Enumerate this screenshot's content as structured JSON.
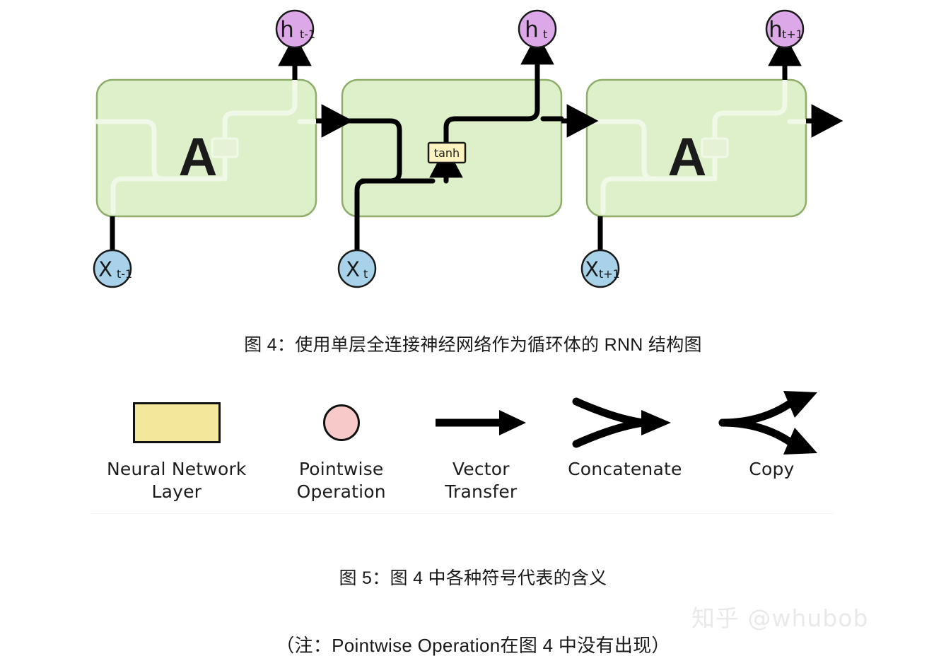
{
  "figure_rnn": {
    "name": "rnn-unrolled-diagram",
    "cells": [
      {
        "id": "cell-left",
        "label": "A",
        "input_label": "X",
        "input_sub": "t-1",
        "output_label": "h",
        "output_sub": "t-1"
      },
      {
        "id": "cell-middle",
        "label": "",
        "input_label": "X",
        "input_sub": "t",
        "output_label": "h",
        "output_sub": "t",
        "inner_op": "tanh"
      },
      {
        "id": "cell-right",
        "label": "A",
        "input_label": "X",
        "input_sub": "t+1",
        "output_label": "h",
        "output_sub": "t+1"
      }
    ],
    "colors": {
      "cell_fill": "#ddf0c9",
      "cell_stroke": "#8fae6b",
      "input_fill": "#a8d2ea",
      "output_fill": "#dca8e8",
      "node_stroke": "#1a1a1a",
      "op_fill": "#fdf3c0",
      "op_stroke": "#1a1a1a",
      "arrow": "#000000"
    }
  },
  "captions": {
    "fig4": "图 4：使用单层全连接神经网络作为循环体的 RNN 结构图",
    "fig5": "图 5：图 4 中各种符号代表的含义",
    "note": "（注：Pointwise Operation在图 4 中没有出现）"
  },
  "legend": {
    "name": "symbol-legend",
    "items": [
      {
        "glyph": "neural-network-layer-rect",
        "label": "Neural Network\nLayer",
        "line1": "Neural Network",
        "line2": "Layer"
      },
      {
        "glyph": "pointwise-operation-circle",
        "label": "Pointwise\nOperation",
        "line1": "Pointwise",
        "line2": "Operation"
      },
      {
        "glyph": "vector-transfer-arrow",
        "label": "Vector\nTransfer",
        "line1": "Vector",
        "line2": "Transfer"
      },
      {
        "glyph": "concatenate-arrow",
        "label": "Concatenate",
        "line1": "Concatenate",
        "line2": ""
      },
      {
        "glyph": "copy-arrow",
        "label": "Copy",
        "line1": "Copy",
        "line2": ""
      }
    ],
    "colors": {
      "layer_fill": "#f2e79b",
      "pointwise_fill": "#f8c9c9",
      "stroke": "#111111",
      "arrow": "#000000"
    }
  },
  "watermark": {
    "text": "知乎 @whubob",
    "color": "#e9e9e9"
  }
}
